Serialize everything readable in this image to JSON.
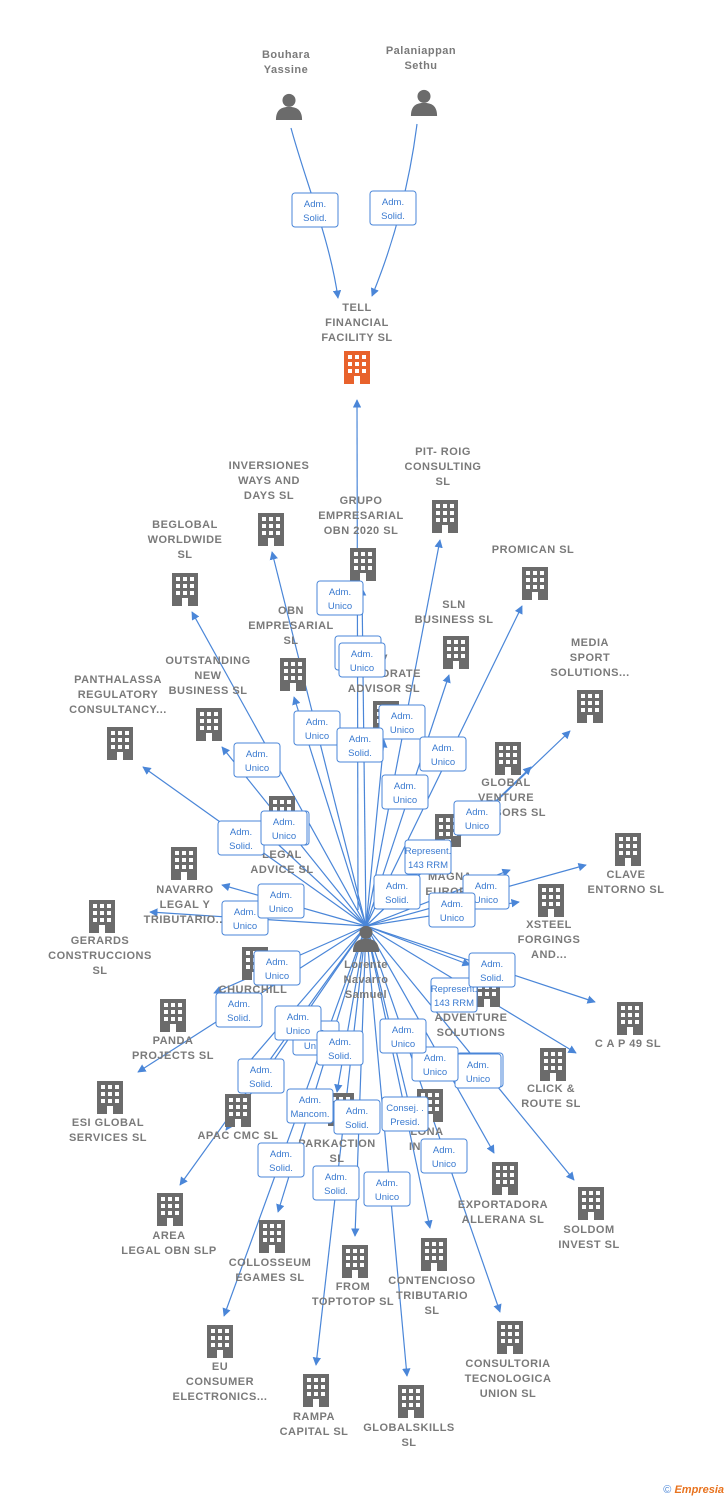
{
  "colors": {
    "edge": "#4a86d8",
    "node": "#6b6b6b",
    "main_company": "#e8622c"
  },
  "icons": {
    "person": "person-icon",
    "company": "building-icon"
  },
  "center_person": {
    "lines": [
      "Lorente",
      "Navarro",
      "Samuel"
    ]
  },
  "main_company": {
    "lines": [
      "TELL",
      "FINANCIAL",
      "FACILITY  SL"
    ]
  },
  "top_people": [
    {
      "lines": [
        "Bouhara",
        "Yassine"
      ],
      "role": [
        "Adm.",
        "Solid."
      ]
    },
    {
      "lines": [
        "Palaniappan",
        "Sethu"
      ],
      "role": [
        "Adm.",
        "Solid."
      ]
    }
  ],
  "main_link_role": [
    "Adm.",
    "Solid.,..."
  ],
  "companies": [
    {
      "lines": [
        "INVERSIONES",
        "WAYS AND",
        "DAYS  SL"
      ],
      "role": [
        "Adm.",
        "Unico"
      ]
    },
    {
      "lines": [
        "PIT- ROIG",
        "CONSULTING",
        "SL"
      ],
      "role": [
        "Adm.",
        "Unico"
      ]
    },
    {
      "lines": [
        "GRUPO",
        "EMPRESARIAL",
        "OBN 2020  SL"
      ],
      "role": [
        "Adm.",
        "Unico"
      ]
    },
    {
      "lines": [
        "BEGLOBAL",
        "WORLDWIDE",
        "SL"
      ],
      "role": [
        "Adm.",
        "Unico"
      ]
    },
    {
      "lines": [
        "PROMICAN  SL"
      ],
      "role": [
        "Adm.",
        "Unico"
      ]
    },
    {
      "lines": [
        "OBN",
        "EMPRESARIAL",
        "SL"
      ],
      "role": [
        "Adm.",
        "Solid."
      ]
    },
    {
      "lines": [
        "SLN",
        "BUSINESS  SL"
      ],
      "role": [
        "Adm.",
        "Unico"
      ]
    },
    {
      "lines": [
        "MEDIA",
        "SPORT",
        "SOLUTIONS..."
      ],
      "role": [
        "Adm.",
        "Unico"
      ]
    },
    {
      "lines": [
        "OUTSTANDING",
        "NEW",
        "BUSINESS  SL"
      ],
      "role": [
        "Adm.",
        "Unico"
      ]
    },
    {
      "lines": [
        "V",
        "CORPORATE",
        "ADVISOR  SL"
      ],
      "role": [
        "Adm.",
        "Solid."
      ]
    },
    {
      "lines": [
        "PANTHALASSA",
        "REGULATORY",
        "CONSULTANCY..."
      ],
      "role": [
        "Adm.",
        "Solid."
      ]
    },
    {
      "lines": [
        "GLOBAL",
        "VENTURE",
        "ADVISORS  SL"
      ],
      "role": [
        "Represent.",
        "143 RRM"
      ]
    },
    {
      "lines": [
        "LEGAL",
        "ADVICE  SL"
      ],
      "role": [
        "Adm.",
        "Unico"
      ]
    },
    {
      "lines": [
        "MAGNA",
        "EUROPA"
      ],
      "role": [
        "Adm.",
        "Solid."
      ]
    },
    {
      "lines": [
        "CLAVE",
        "ENTORNO  SL"
      ],
      "role": [
        "Adm.",
        "Unico"
      ]
    },
    {
      "lines": [
        "NAVARRO",
        "LEGAL Y",
        "TRIBUTARIO..."
      ],
      "role": [
        "Adm.",
        "Unico"
      ]
    },
    {
      "lines": [
        "XSTEEL",
        "FORGINGS",
        "AND..."
      ],
      "role": [
        "Adm.",
        "Unico"
      ]
    },
    {
      "lines": [
        "GERARDS",
        "CONSTRUCCIONS",
        "SL"
      ],
      "role": [
        "Adm.",
        "Unico"
      ]
    },
    {
      "lines": [
        "CHURCHILL",
        "SL"
      ],
      "role": [
        "Adm.",
        "Unico"
      ]
    },
    {
      "lines": [
        "C A P 49 SL"
      ],
      "role": [
        "Represent.",
        "143 RRM"
      ]
    },
    {
      "lines": [
        "ADVENTURE",
        "SOLUTIONS"
      ],
      "role": [
        "Adm.",
        "Solid."
      ]
    },
    {
      "lines": [
        "PANDA",
        "PROJECTS  SL"
      ],
      "role": [
        "Adm.",
        "Solid."
      ]
    },
    {
      "lines": [
        "CLICK &",
        "ROUTE  SL"
      ],
      "role": [
        "Adm.",
        "Unico"
      ]
    },
    {
      "lines": [
        "ESI GLOBAL",
        "SERVICES  SL"
      ],
      "role": [
        "Adm.",
        "Solid."
      ]
    },
    {
      "lines": [
        "APAC CMC  SL"
      ],
      "role": [
        "Adm.",
        "Mancom."
      ]
    },
    {
      "lines": [
        "PARKACTION",
        "SL"
      ],
      "role": [
        "Adm.",
        "Solid."
      ]
    },
    {
      "lines": [
        "LONA",
        "INVER"
      ],
      "role": [
        "Consej. .",
        "Presid."
      ]
    },
    {
      "lines": [
        "EXPORTADORA",
        "ALLERANA  SL"
      ],
      "role": [
        "Adm.",
        "Unico"
      ]
    },
    {
      "lines": [
        "AREA",
        "LEGAL OBN  SLP"
      ],
      "role": [
        "Adm.",
        "Solid."
      ]
    },
    {
      "lines": [
        "COLLOSSEUM",
        "EGAMES  SL"
      ],
      "role": [
        "Adm.",
        "Solid."
      ]
    },
    {
      "lines": [
        "SOLDOM",
        "INVEST  SL"
      ],
      "role": [
        "Adm.",
        "Unico"
      ]
    },
    {
      "lines": [
        "FROM",
        "TOPTOTOP  SL"
      ],
      "role": [
        "Adm.",
        "Unico"
      ]
    },
    {
      "lines": [
        "CONTENCIOSO",
        "TRIBUTARIO",
        "SL"
      ],
      "role": [
        "Adm.",
        "Unico"
      ]
    },
    {
      "lines": [
        "EU",
        "CONSUMER",
        "ELECTRONICS..."
      ],
      "role": [
        "Adm.",
        "Unico"
      ]
    },
    {
      "lines": [
        "CONSULTORIA",
        "TECNOLOGICA",
        "UNION  SL"
      ],
      "role": [
        "Adm.",
        "Unico"
      ]
    },
    {
      "lines": [
        "RAMPA",
        "CAPITAL  SL"
      ],
      "role": [
        "Adm.",
        "Unico"
      ]
    },
    {
      "lines": [
        "GLOBALSKILLS",
        "SL"
      ],
      "role": [
        "Adm.",
        "Solid."
      ]
    }
  ],
  "footer": {
    "copyright": "©",
    "brand": "Empresia"
  }
}
